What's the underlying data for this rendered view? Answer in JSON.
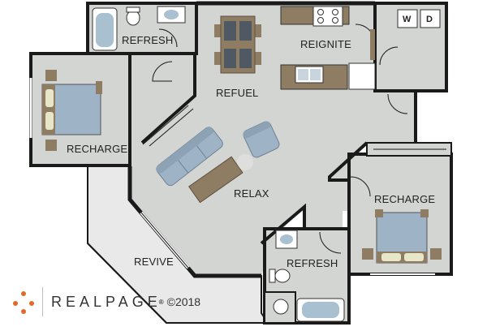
{
  "rooms": {
    "refresh_top": "REFRESH",
    "refuel": "REFUEL",
    "reignite": "REIGNITE",
    "recharge_left": "RECHARGE",
    "relax": "RELAX",
    "recharge_right": "RECHARGE",
    "revive": "REVIVE",
    "refresh_bottom": "REFRESH"
  },
  "appliances": {
    "washer": "W",
    "dryer": "D"
  },
  "brand": {
    "name": "REALPAGE",
    "registered": "®",
    "copyright": "©2018"
  },
  "colors": {
    "floor": "#d3d5d2",
    "wall": "#1a1a1a",
    "balcony": "#e9e9e9",
    "furniture_blue": "#9fb3c6",
    "table_brown": "#8e7c63",
    "accent": "#e06a2c"
  }
}
